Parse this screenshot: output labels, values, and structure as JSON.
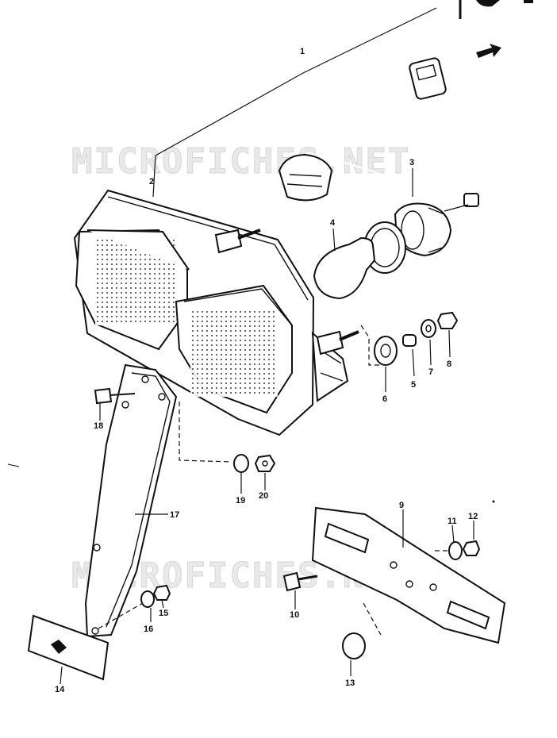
{
  "watermark": {
    "text_top": "MICROFICHES.NET",
    "text_bottom": "MICROFICHES.NET"
  },
  "callouts": {
    "c1": "1",
    "c2": "2",
    "c3": "3",
    "c4": "4",
    "c5": "5",
    "c6": "6",
    "c7": "7",
    "c8": "8",
    "c9": "9",
    "c10": "10",
    "c11": "11",
    "c12": "12",
    "c13": "13",
    "c14": "14",
    "c15": "15",
    "c16": "16",
    "c17": "17",
    "c18": "18",
    "c19": "19",
    "c20": "20"
  }
}
